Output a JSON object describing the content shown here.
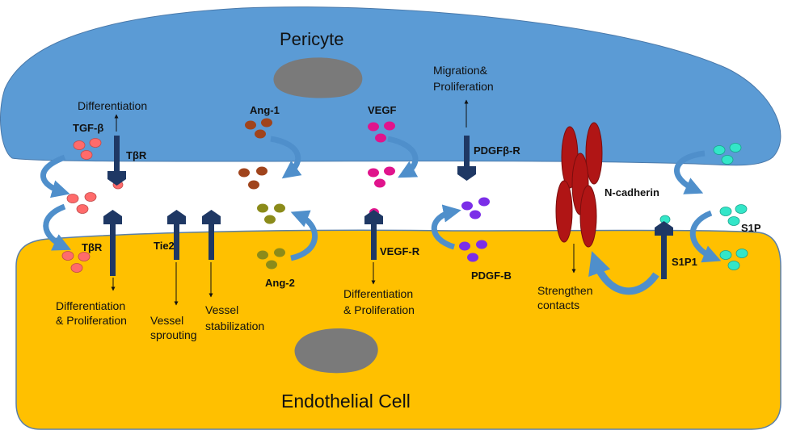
{
  "diagram": {
    "pericyte_title": "Pericyte",
    "endothelial_title": "Endothelial Cell",
    "molecules": {
      "tgf": "TGF-β",
      "ang1": "Ang-1",
      "vegf": "VEGF",
      "ang2": "Ang-2",
      "pdgfb": "PDGF-B",
      "s1p": "S1P",
      "ncadherin": "N-cadherin"
    },
    "receptors": {
      "tbr_top": "TβR",
      "tbr_bottom": "TβR",
      "tie2": "Tie2",
      "vegfr": "VEGF-R",
      "pdgfbr": "PDGFβ-R",
      "s1p1": "S1P1"
    },
    "outcomes": {
      "differentiation": "Differentiation",
      "migration_1": "Migration&",
      "migration_2": "Proliferation",
      "diff_prolif_left_1": "Differentiation",
      "diff_prolif_left_2": "& Proliferation",
      "sprouting_1": "Vessel",
      "sprouting_2": "sprouting",
      "stabilization_1": "Vessel",
      "stabilization_2": "stabilization",
      "diff_prolif_mid_1": "Differentiation",
      "diff_prolif_mid_2": "& Proliferation",
      "strengthen_1": "Strengthen",
      "strengthen_2": "contacts"
    },
    "colors": {
      "pericyte": "#5b9bd5",
      "endothelial": "#ffc000",
      "receptor": "#1f3864",
      "tgf": "#ff6b6b",
      "ang1": "#a0441c",
      "vegf": "#e0148c",
      "ang2": "#8b8b1a",
      "pdgf": "#7b2ee8",
      "s1p": "#33e6c8",
      "ncadherin": "#b01515",
      "nucleus": "#7a7a7a",
      "arrow": "#4f8fcb"
    }
  }
}
